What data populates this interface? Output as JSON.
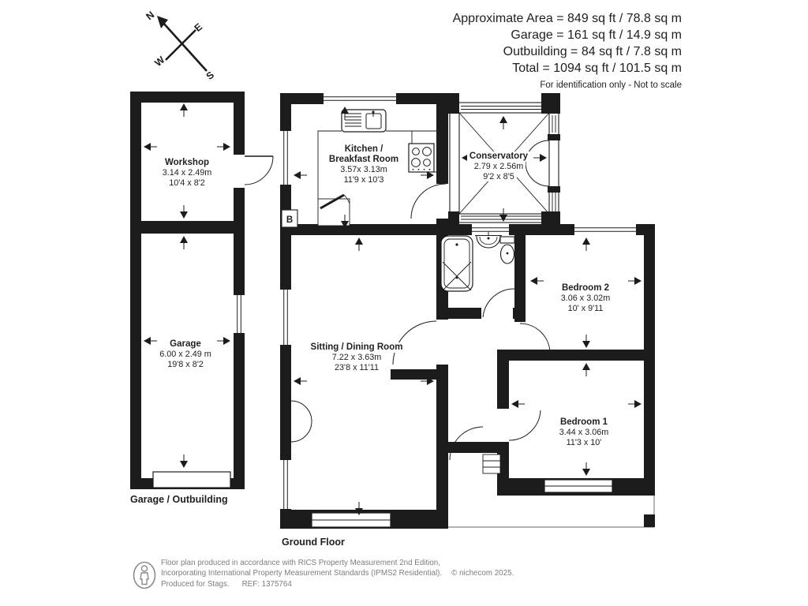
{
  "summary": {
    "line1": "Approximate Area = 849 sq ft / 78.8 sq m",
    "line2": "Garage = 161 sq ft / 14.9 sq m",
    "line3": "Outbuilding = 84 sq ft / 7.8 sq m",
    "line4": "Total = 1094 sq ft / 101.5 sq m",
    "note": "For identification only - Not to scale"
  },
  "compass": {
    "north": "N",
    "east": "E",
    "south": "S",
    "west": "W"
  },
  "rooms": {
    "workshop": {
      "name": "Workshop",
      "metric": "3.14 x 2.49m",
      "imperial": "10'4 x 8'2"
    },
    "garage": {
      "name": "Garage",
      "metric": "6.00 x 2.49 m",
      "imperial": "19'8 x 8'2"
    },
    "kitchen": {
      "name": "Kitchen /\nBreakfast Room",
      "metric": "3.57x 3.13m",
      "imperial": "11'9 x 10'3"
    },
    "conservatory": {
      "name": "Conservatory",
      "metric": "2.79 x 2.56m",
      "imperial": "9'2 x 8'5"
    },
    "sitting_dining": {
      "name": "Sitting / Dining Room",
      "metric": "7.22 x 3.63m",
      "imperial": "23'8 x 11'11"
    },
    "bedroom2": {
      "name": "Bedroom 2",
      "metric": "3.06 x 3.02m",
      "imperial": "10' x 9'11"
    },
    "bedroom1": {
      "name": "Bedroom 1",
      "metric": "3.44 x 3.06m",
      "imperial": "11'3 x 10'"
    }
  },
  "labels": {
    "garage_outbuilding": "Garage / Outbuilding",
    "ground_floor": "Ground Floor",
    "boiler": "B"
  },
  "footer": {
    "line1": "Floor plan produced in accordance with RICS Property Measurement 2nd Edition,",
    "line2": "Incorporating International Property Measurement Standards (IPMS2 Residential).",
    "copyright": "© nichecom 2025.",
    "produced_for": "Produced for Stags.",
    "ref": "REF: 1375764"
  },
  "colors": {
    "wall": "#1c1c1c",
    "text": "#1c1c1c",
    "muted": "#7d7d7d"
  }
}
